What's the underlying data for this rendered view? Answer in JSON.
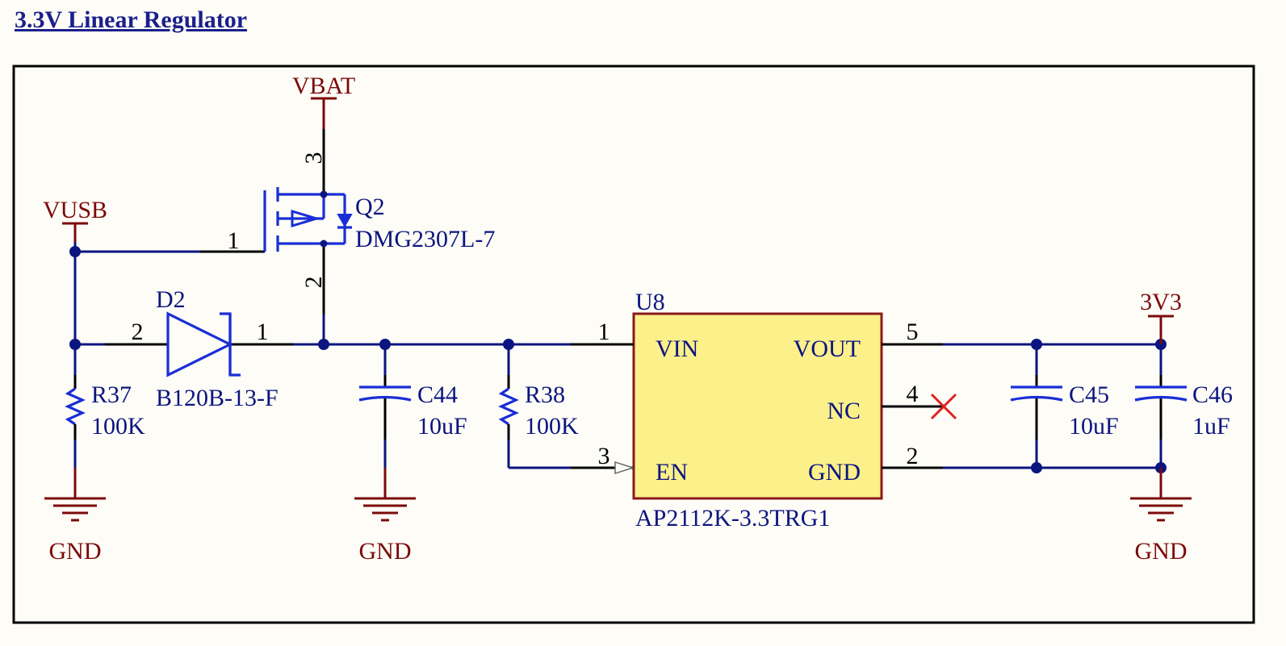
{
  "title": "3.3V Linear Regulator",
  "colors": {
    "background": "#fefcf6",
    "wire": "#0b1580",
    "pin": "#000000",
    "power_net": "#7a0a0a",
    "component": "#1a2ed6",
    "ic_fill": "#fbf08a",
    "ic_border": "#8b1a1a",
    "no_connect": "#e02020"
  },
  "power": {
    "vbat": "VBAT",
    "vusb": "VUSB",
    "v3v3": "3V3",
    "gnd1": "GND",
    "gnd2": "GND",
    "gnd3": "GND"
  },
  "q2": {
    "ref": "Q2",
    "value": "DMG2307L-7",
    "pin1": "1",
    "pin2": "2",
    "pin3": "3"
  },
  "d2": {
    "ref": "D2",
    "value": "B120B-13-F",
    "pin1": "1",
    "pin2": "2"
  },
  "r37": {
    "ref": "R37",
    "value": "100K"
  },
  "r38": {
    "ref": "R38",
    "value": "100K"
  },
  "c44": {
    "ref": "C44",
    "value": "10uF"
  },
  "c45": {
    "ref": "C45",
    "value": "10uF"
  },
  "c46": {
    "ref": "C46",
    "value": "1uF"
  },
  "u8": {
    "ref": "U8",
    "value": "AP2112K-3.3TRG1",
    "pins": {
      "vin": {
        "name": "VIN",
        "num": "1"
      },
      "en": {
        "name": "EN",
        "num": "3"
      },
      "vout": {
        "name": "VOUT",
        "num": "5"
      },
      "nc": {
        "name": "NC",
        "num": "4"
      },
      "gnd": {
        "name": "GND",
        "num": "2"
      }
    }
  }
}
